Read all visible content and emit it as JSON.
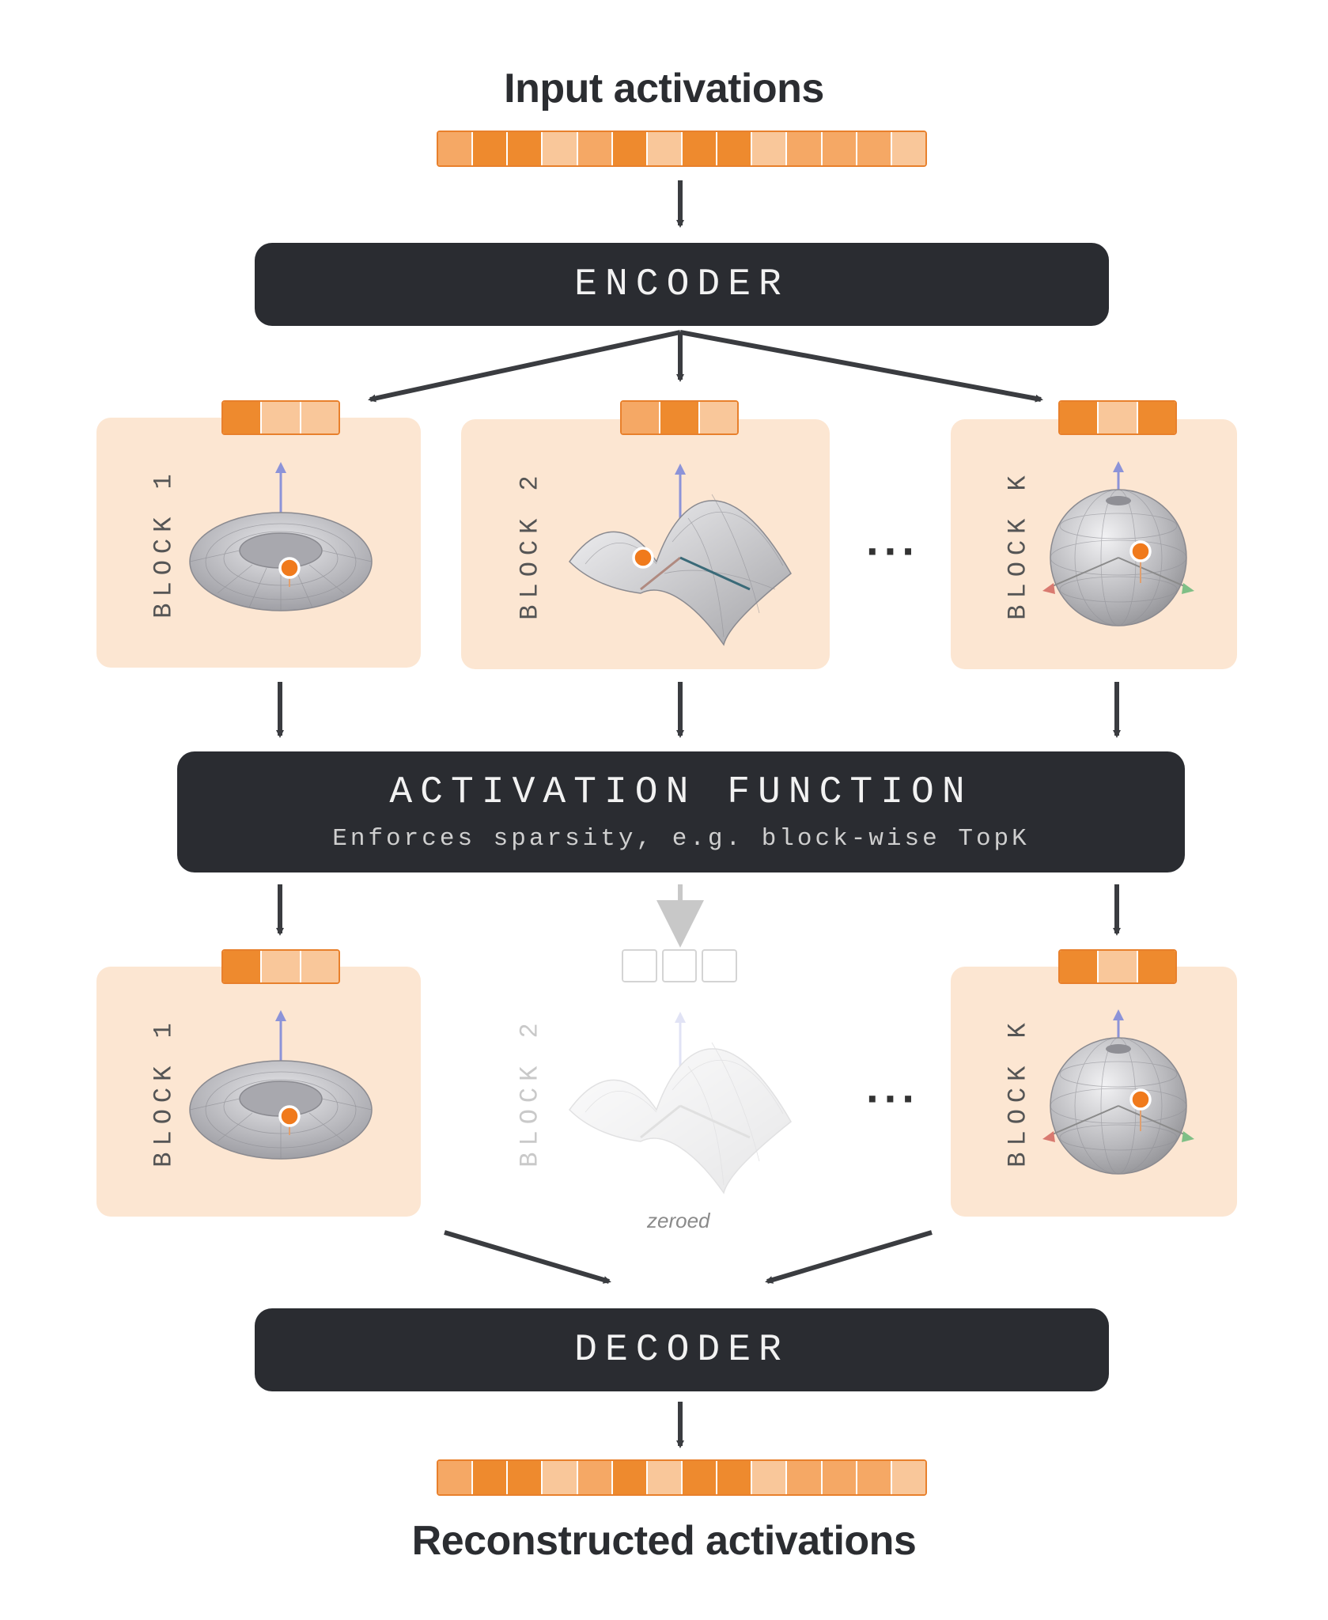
{
  "title_top": "Input activations",
  "title_bottom": "Reconstructed activations",
  "encoder_label": "ENCODER",
  "decoder_label": "DECODER",
  "activation": {
    "label": "ACTIVATION FUNCTION",
    "sublabel": "Enforces sparsity, e.g. block-wise TopK"
  },
  "ellipsis": "···",
  "zeroed_label": "zeroed",
  "top_blocks": [
    {
      "label": "BLOCK 1",
      "shape": "torus-icon"
    },
    {
      "label": "BLOCK 2",
      "shape": "saddle-icon"
    },
    {
      "label": "BLOCK K",
      "shape": "sphere-icon"
    }
  ],
  "bottom_blocks": [
    {
      "label": "BLOCK 1",
      "shape": "torus-icon"
    },
    {
      "label": "BLOCK 2",
      "shape": "saddle-icon",
      "zeroed": true
    },
    {
      "label": "BLOCK K",
      "shape": "sphere-icon"
    }
  ],
  "colors": {
    "dark": "#2a2c31",
    "orange_dark": "#ee8a2e",
    "orange_mid": "#f5a865",
    "orange_light": "#f9c79a",
    "block_bg": "#fce6d2",
    "marker": "#f07a1c"
  },
  "input_vector_shades": [
    "orange_mid",
    "orange_dark",
    "orange_dark",
    "orange_light",
    "orange_mid",
    "orange_dark",
    "orange_light",
    "orange_dark",
    "orange_dark",
    "orange_light",
    "orange_mid",
    "orange_mid",
    "orange_mid",
    "orange_light"
  ],
  "output_vector_shades": [
    "orange_mid",
    "orange_dark",
    "orange_dark",
    "orange_light",
    "orange_mid",
    "orange_dark",
    "orange_light",
    "orange_dark",
    "orange_dark",
    "orange_light",
    "orange_mid",
    "orange_mid",
    "orange_mid",
    "orange_light"
  ],
  "top_block_vectors": [
    [
      "orange_dark",
      "orange_light",
      "orange_light"
    ],
    [
      "orange_mid",
      "orange_dark",
      "orange_light"
    ],
    [
      "orange_dark",
      "orange_light",
      "orange_dark"
    ]
  ],
  "bottom_block_vectors": [
    [
      "orange_dark",
      "orange_light",
      "orange_light"
    ],
    [
      "empty",
      "empty",
      "empty"
    ],
    [
      "orange_dark",
      "orange_light",
      "orange_dark"
    ]
  ]
}
